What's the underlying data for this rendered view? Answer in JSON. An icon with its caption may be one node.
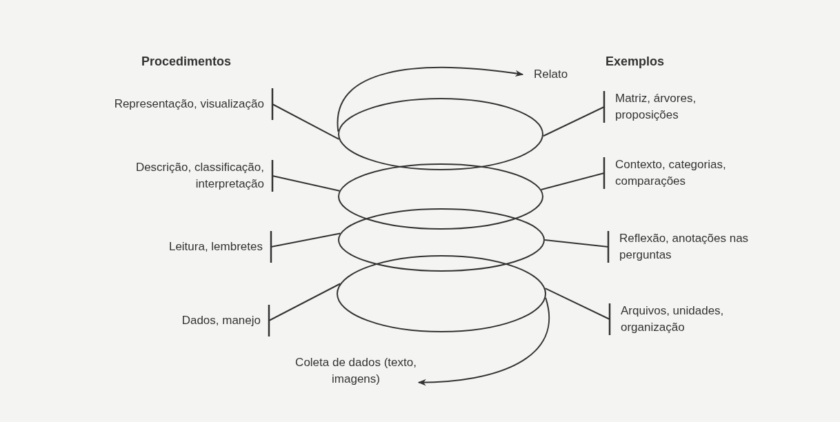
{
  "diagram": {
    "nodes": [
      {
        "text": [],
        "shape": "ellipse"
      },
      {
        "text": [],
        "shape": "ellipse"
      },
      {
        "text": [],
        "shape": "ellipse"
      },
      {
        "text": [],
        "shape": "ellipse"
      },
      {
        "text": [
          "Representação, visualização"
        ]
      },
      {
        "text": [
          "Descrição, classificação, interpretação"
        ]
      },
      {
        "text": [
          "Leitura, lembretes"
        ]
      },
      {
        "text": [
          "Dados, manejo"
        ]
      },
      {
        "text": [
          "Matriz, árvores, proposições"
        ]
      },
      {
        "text": [
          "Contexto, categorias, comparações"
        ]
      },
      {
        "text": [
          "Reflexão, anotações nas perguntas"
        ]
      },
      {
        "text": [
          "Arquivos, unidades, organização"
        ]
      },
      {
        "text": [
          "Relato"
        ]
      },
      {
        "text": [
          "Coleta de dados (texto, imagens)"
        ]
      }
    ],
    "edges": [
      {
        "from": 4,
        "to": 0,
        "arrow": "other"
      },
      {
        "from": 5,
        "to": 1,
        "arrow": "other"
      },
      {
        "from": 6,
        "to": 2,
        "arrow": "other"
      },
      {
        "from": 7,
        "to": 3,
        "arrow": "other"
      },
      {
        "from": 8,
        "to": 0,
        "arrow": "other"
      },
      {
        "from": 9,
        "to": 1,
        "arrow": "other"
      },
      {
        "from": 10,
        "to": 2,
        "arrow": "other"
      },
      {
        "from": 11,
        "to": 3,
        "arrow": "other"
      },
      {
        "from": 0,
        "to": 12,
        "arrow": "to"
      },
      {
        "from": 3,
        "to": 13,
        "arrow": "to"
      }
    ],
    "labels": [
      "Procedimentos",
      "Exemplos"
    ]
  }
}
